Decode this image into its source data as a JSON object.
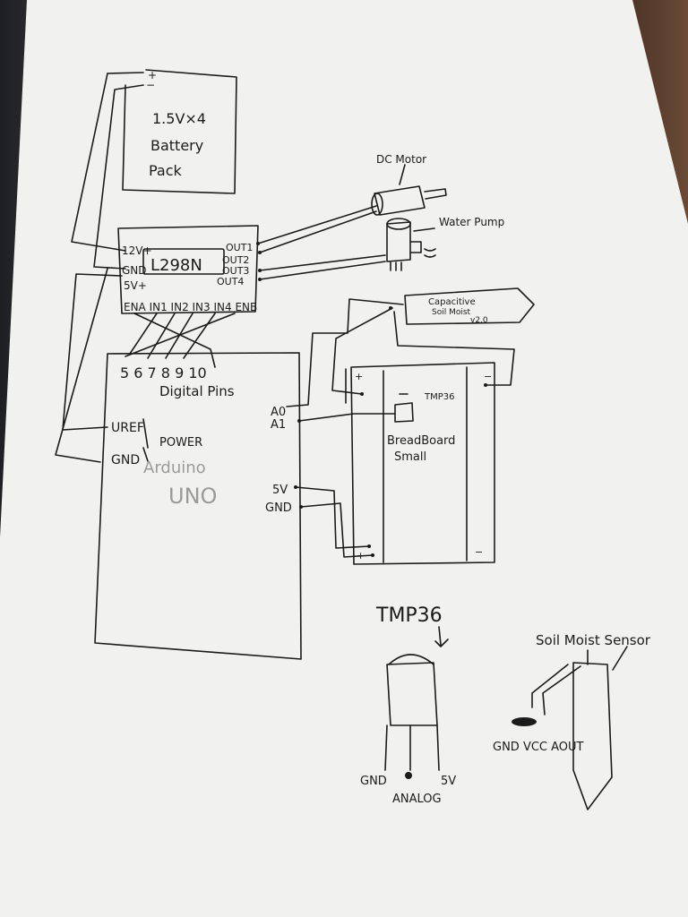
{
  "battery": {
    "label_line1": "1.5V×4",
    "label_line2": "Battery",
    "label_line3": "Pack",
    "plus": "+",
    "minus": "−"
  },
  "driver": {
    "name": "L298N",
    "pins_left": [
      "12V+",
      "GND",
      "5V+"
    ],
    "pins_right": [
      "OUT1",
      "OUT2",
      "OUT3",
      "OUT4"
    ],
    "pins_bottom": "ENA IN1 IN2 IN3 IN4 ENB"
  },
  "dc_motor": {
    "label": "DC Motor"
  },
  "water_pump": {
    "label": "Water Pump"
  },
  "soil_sensor_box": {
    "line1": "Capacitive",
    "line2": "Soil Moist",
    "line3": "v2.0"
  },
  "arduino": {
    "digital_numbers": "5 6 7 8 9 10",
    "digital_label": "Digital Pins",
    "power_label": "POWER",
    "uref": "UREF",
    "gnd": "GND",
    "name_line1": "Arduino",
    "name_line2": "UNO",
    "pins_left": [
      "A0",
      "A1",
      "5V",
      "GND"
    ]
  },
  "breadboard": {
    "line1": "BreadBoard",
    "line2": "Small",
    "plus": "+",
    "minus": "−",
    "tmp_label": "TMP36"
  },
  "tmp36_detail": {
    "title": "TMP36",
    "pin_gnd": "GND",
    "pin_analog": "ANALOG",
    "pin_5v": "5V"
  },
  "soil_detail": {
    "title": "Soil Moist Sensor",
    "pins": "GND VCC AOUT"
  }
}
